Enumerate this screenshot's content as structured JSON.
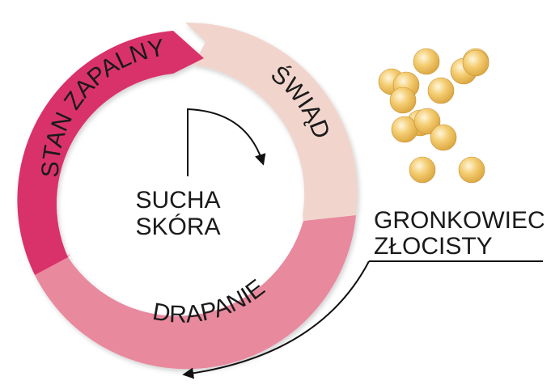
{
  "cycle": {
    "segments": [
      {
        "label": "ŚWIĄD",
        "color": "#f1d5cc"
      },
      {
        "label": "DRAPANIE",
        "color": "#e8899e"
      },
      {
        "label": "STAN ZAPALNY",
        "color": "#d9306a"
      }
    ],
    "center_lines": [
      "SUCHA",
      "SKÓRA"
    ]
  },
  "bacteria": {
    "label_lines": [
      "GRONKOWIEC",
      "ZŁOCISTY"
    ],
    "sphere_color": "#f2c160",
    "sphere_count": 14
  }
}
